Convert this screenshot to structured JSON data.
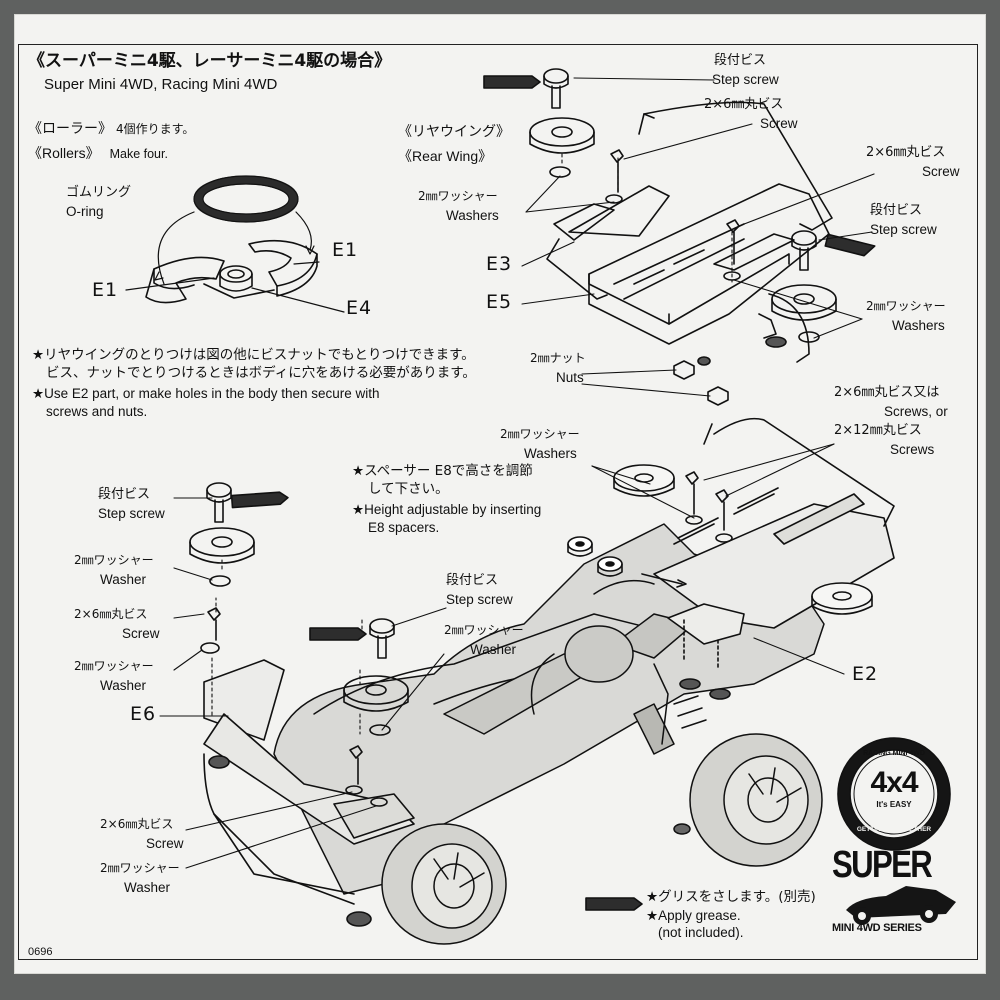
{
  "header": {
    "title_jp": "《スーパーミニ4駆、レーサーミニ4駆の場合》",
    "title_en": "Super Mini 4WD, Racing Mini 4WD"
  },
  "rollers": {
    "heading_jp": "《ローラー》",
    "make_jp": "4個作ります。",
    "heading_en": "《Rollers》",
    "make_en": "Make four.",
    "oring_jp": "ゴムリング",
    "oring_en": "O-ring",
    "e1_left": "E1",
    "e1_right": "E1",
    "e4": "E4"
  },
  "rear_wing": {
    "heading_jp": "《リヤウイング》",
    "heading_en": "《Rear Wing》",
    "step_screw_jp": "段付ビス",
    "step_screw_en": "Step screw",
    "screw1_jp": "2×6㎜丸ビス",
    "screw1_en": "Screw",
    "screw2_jp": "2×6㎜丸ビス",
    "screw2_en": "Screw",
    "step_screw2_jp": "段付ビス",
    "step_screw2_en": "Step screw",
    "washers_left_jp": "2㎜ワッシャー",
    "washers_left_en": "Washers",
    "washers_right_jp": "2㎜ワッシャー",
    "washers_right_en": "Washers",
    "e3": "E3",
    "e5": "E5",
    "nuts_jp": "2㎜ナット",
    "nuts_en": "Nuts"
  },
  "notes": {
    "note1_line1": "★リヤウイングのとりつけは図の他にビスナットでもとりつけできます。",
    "note1_line2": "ビス、ナットでとりつけるときはボディに穴をあける必要があります。",
    "note2_line1": "★Use E2 part, or make holes in the body then secure with",
    "note2_line2": "screws and nuts.",
    "spacer_jp": "★スペーサー E8で高さを調節",
    "spacer_jp2": "して下さい。",
    "spacer_en1": "★Height adjustable by inserting",
    "spacer_en2": "E8 spacers.",
    "grease_jp": "★グリスをさします。(別売)",
    "grease_en1": "★Apply grease.",
    "grease_en2": "(not included)."
  },
  "assembly": {
    "step_screw_left_jp": "段付ビス",
    "step_screw_left_en": "Step screw",
    "washer1_jp": "2㎜ワッシャー",
    "washer1_en": "Washer",
    "screw_left_jp": "2×6㎜丸ビス",
    "screw_left_en": "Screw",
    "washer2_jp": "2㎜ワッシャー",
    "washer2_en": "Washer",
    "e6": "E6",
    "screw_bottom_jp": "2×6㎜丸ビス",
    "screw_bottom_en": "Screw",
    "washer_bottom_jp": "2㎜ワッシャー",
    "washer_bottom_en": "Washer",
    "step_screw_mid_jp": "段付ビス",
    "step_screw_mid_en": "Step screw",
    "washer_mid_jp": "2㎜ワッシャー",
    "washer_mid_en": "Washer",
    "washers_top_jp": "2㎜ワッシャー",
    "washers_top_en": "Washers",
    "screws_or_jp": "2×6㎜丸ビス又は",
    "screws_or_en": "Screws, or",
    "screws12_jp": "2×12㎜丸ビス",
    "screws12_en": "Screws",
    "e2": "E2"
  },
  "badge": {
    "ring_top": "RACING MINI 4WD",
    "main": "4x4",
    "easy": "It's EASY",
    "ring_bottom": "GETTING IT TOGETHER"
  },
  "super_logo": {
    "word": "SUPER",
    "series": "MINI 4WD SERIES"
  },
  "page_number": "0696",
  "colors": {
    "sheet": "#f3f3f1",
    "ink": "#111111",
    "background": "#5f6160"
  }
}
